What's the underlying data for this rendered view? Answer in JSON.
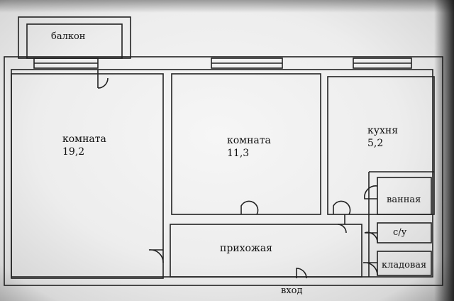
{
  "plan": {
    "balcony": {
      "label": "балкон"
    },
    "room_large": {
      "label": "комната",
      "area": "19,2"
    },
    "room_middle": {
      "label": "комната",
      "area": "11,3"
    },
    "kitchen": {
      "label": "кухня",
      "area": "5,2"
    },
    "bathroom": {
      "label": "ванная"
    },
    "wc": {
      "label": "с/у"
    },
    "storage": {
      "label": "кладовая"
    },
    "hallway": {
      "label": "прихожая"
    },
    "entrance": {
      "label": "вход"
    }
  }
}
